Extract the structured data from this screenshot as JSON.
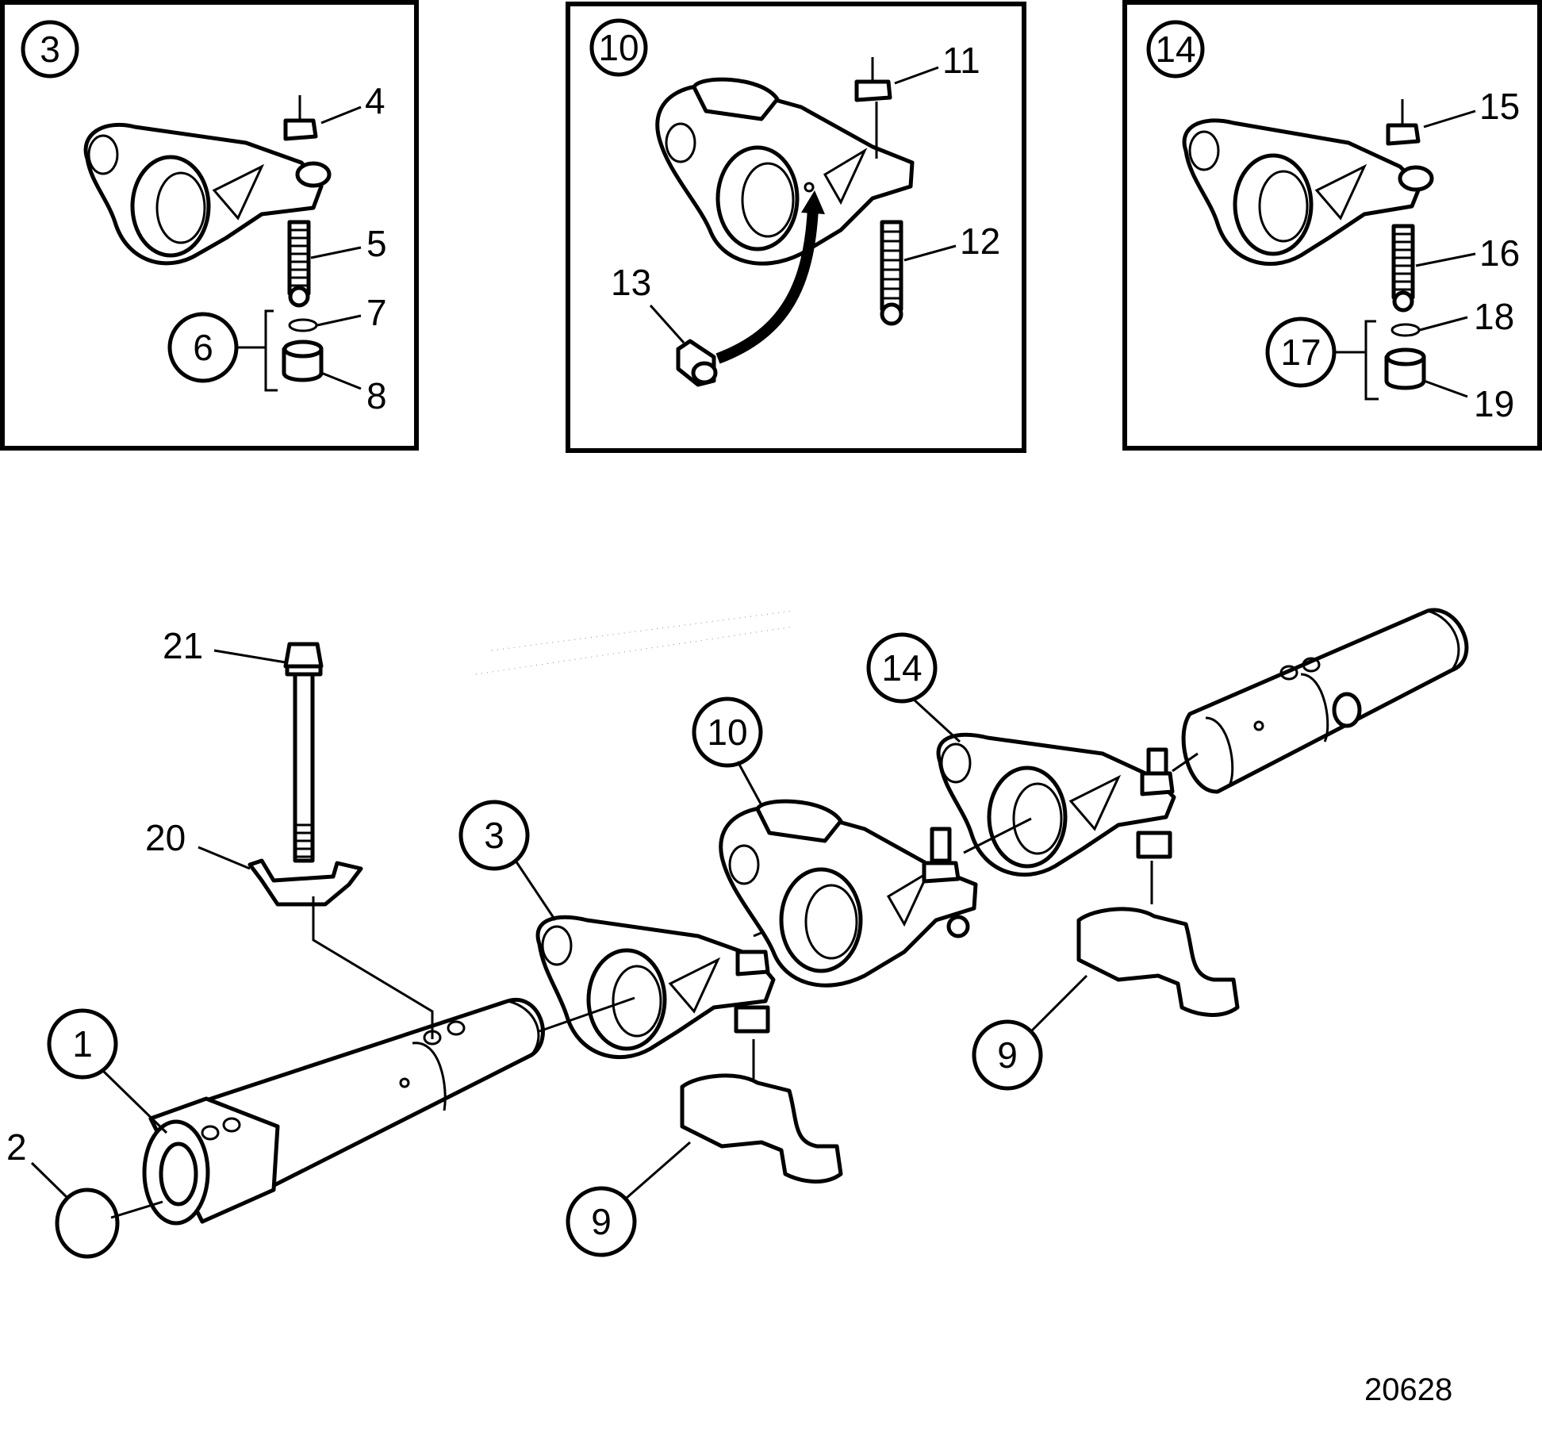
{
  "insets": [
    {
      "id": "3",
      "callout": "3",
      "labels": [
        "4",
        "5",
        "6",
        "7",
        "8"
      ]
    },
    {
      "id": "10",
      "callout": "10",
      "labels": [
        "11",
        "12",
        "13"
      ]
    },
    {
      "id": "14",
      "callout": "14",
      "labels": [
        "15",
        "16",
        "17",
        "18",
        "19"
      ]
    }
  ],
  "main": {
    "callouts": [
      "1",
      "3",
      "9",
      "9",
      "10",
      "14"
    ],
    "labels": [
      "2",
      "20",
      "21"
    ]
  },
  "document_number": "20628"
}
